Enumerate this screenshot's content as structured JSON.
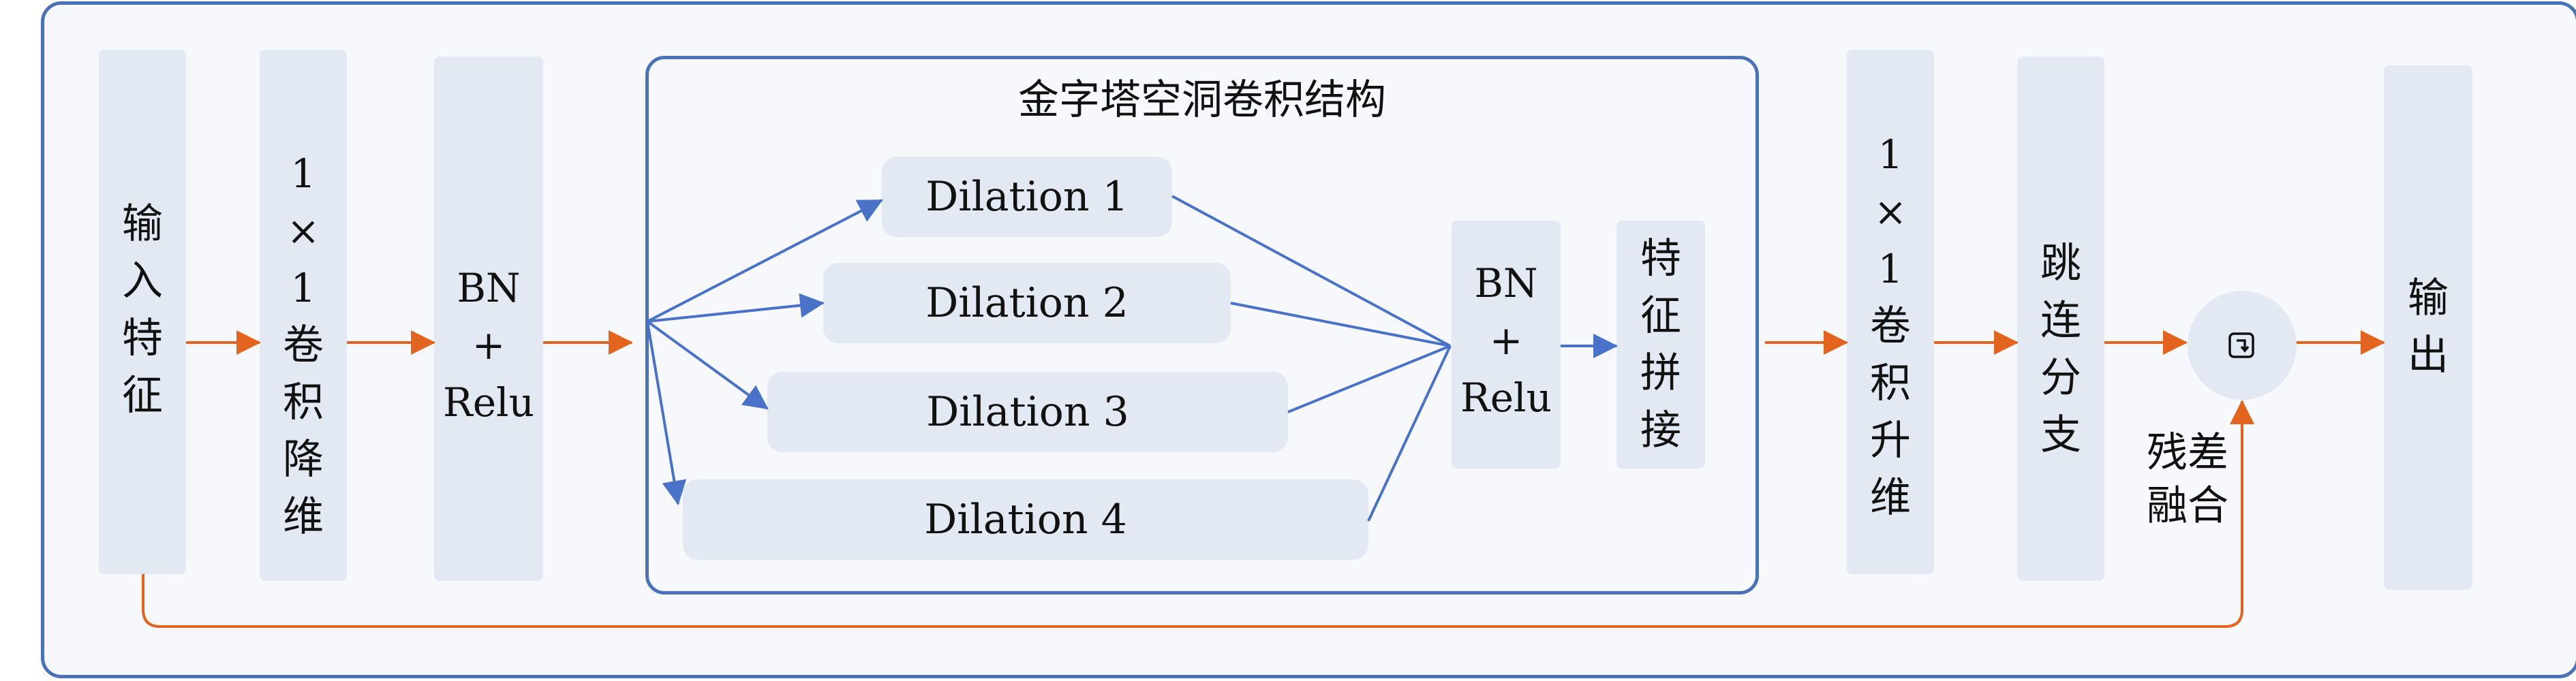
{
  "colors": {
    "frame": "#4a72b8",
    "box_fill": "#e3e9f2",
    "orange_arrow": "#e2641f",
    "blue_arrow": "#4a72c8"
  },
  "input": [
    "输",
    "入",
    "特",
    "征"
  ],
  "conv_reduce": [
    "1",
    "×",
    "1",
    "卷",
    "积",
    "降",
    "维"
  ],
  "bn_relu_1": [
    "BN",
    "+",
    "Relu"
  ],
  "pyramid": {
    "title": "金字塔空洞卷积结构",
    "dilations": [
      "Dilation 1",
      "Dilation 2",
      "Dilation 3",
      "Dilation 4"
    ]
  },
  "bn_relu_2": [
    "BN",
    "+",
    "Relu"
  ],
  "concat": [
    "特",
    "征",
    "拼",
    "接"
  ],
  "conv_expand": [
    "1",
    "×",
    "1",
    "卷",
    "积",
    "升",
    "维"
  ],
  "skip_branch": [
    "跳",
    "连",
    "分",
    "支"
  ],
  "fusion": {
    "icon": "residual-add-icon",
    "label": [
      "残差",
      "融合"
    ]
  },
  "output": [
    "输",
    "出"
  ]
}
